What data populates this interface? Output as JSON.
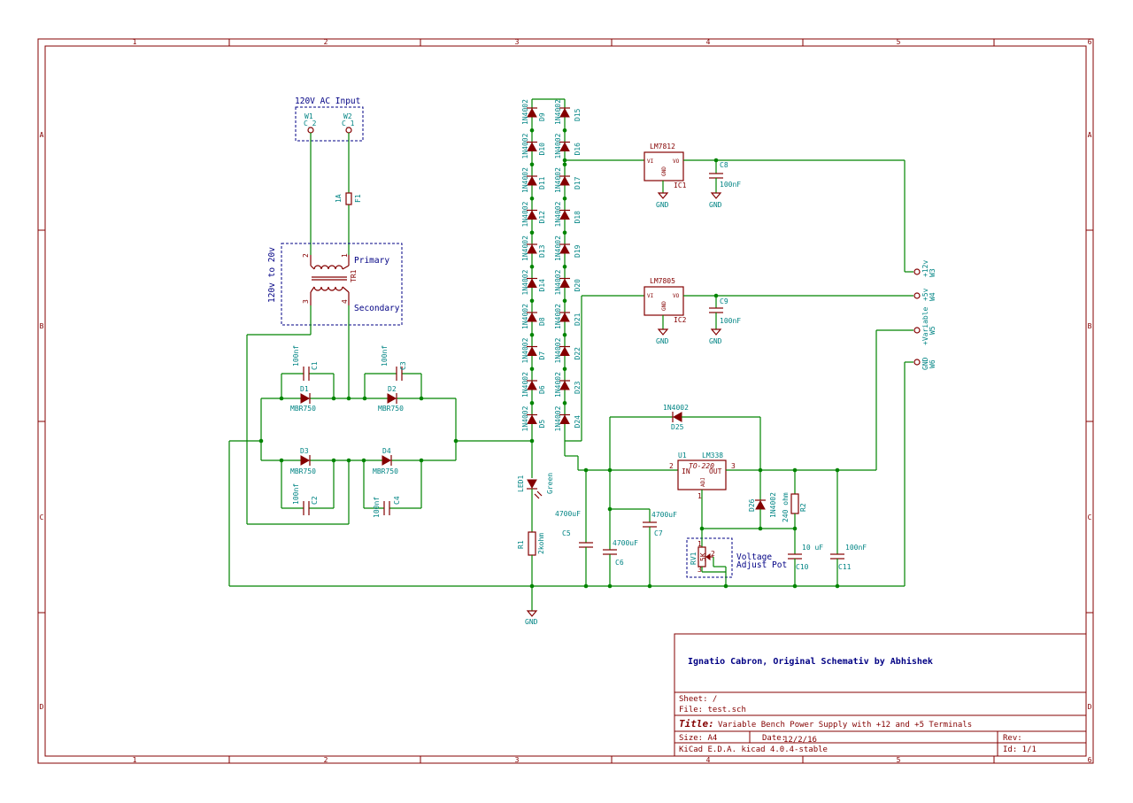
{
  "frame": {
    "columns": [
      "1",
      "2",
      "3",
      "4",
      "5",
      "6"
    ],
    "rows": [
      "A",
      "B",
      "C",
      "D"
    ]
  },
  "title_block": {
    "author": "Ignatio Cabron, Original Schemativ by Abhishek",
    "sheet": "Sheet: /",
    "file": "File: test.sch",
    "title_label": "Title:",
    "title": "Variable Bench Power Supply with +12 and +5 Terminals",
    "size": "Size: A4",
    "date_label": "Date:",
    "date": "12/2/16",
    "rev": "Rev:",
    "tool": "KiCad E.D.A.  kicad 4.0.4-stable",
    "id": "Id: 1/1"
  },
  "notes": {
    "ac_input": "120V AC Input",
    "primary": "Primary",
    "secondary": "Secondary",
    "tr_rating": "120v to 20v",
    "voltage_adjust_1": "Voltage",
    "voltage_adjust_2": "Adjust Pot",
    "to220": "TO-220"
  },
  "colors": {
    "wire": "#008400",
    "component": "#840000",
    "label": "#008484",
    "note": "#000084"
  },
  "terminals": {
    "w1": {
      "ref": "W1",
      "val": "C_2"
    },
    "w2": {
      "ref": "W2",
      "val": "C_1"
    },
    "w3": {
      "ref": "W3",
      "val": "+12v"
    },
    "w4": {
      "ref": "W4",
      "val": "+5v"
    },
    "w5": {
      "ref": "W5",
      "val": "+Variable"
    },
    "w6": {
      "ref": "W6",
      "val": "GND"
    }
  },
  "fuse": {
    "ref": "F1",
    "val": "1A"
  },
  "transformer": {
    "ref": "TR1",
    "pins": [
      "2",
      "1",
      "3",
      "4"
    ]
  },
  "bridge": {
    "diodes": [
      {
        "ref": "D1",
        "val": "MBR750"
      },
      {
        "ref": "D2",
        "val": "MBR750"
      },
      {
        "ref": "D3",
        "val": "MBR750"
      },
      {
        "ref": "D4",
        "val": "MBR750"
      }
    ],
    "caps": [
      {
        "ref": "C1",
        "val": "100nf"
      },
      {
        "ref": "C3",
        "val": "100nf"
      },
      {
        "ref": "C2",
        "val": "100nf"
      },
      {
        "ref": "C4",
        "val": "100nf"
      }
    ]
  },
  "diode_chain_left": [
    {
      "ref": "D9",
      "val": "1N4002"
    },
    {
      "ref": "D10",
      "val": "1N4002"
    },
    {
      "ref": "D11",
      "val": "1N4002"
    },
    {
      "ref": "D12",
      "val": "1N4002"
    },
    {
      "ref": "D13",
      "val": "1N4002"
    },
    {
      "ref": "D14",
      "val": "1N4002"
    },
    {
      "ref": "D8",
      "val": "1N4002"
    },
    {
      "ref": "D7",
      "val": "1N4002"
    },
    {
      "ref": "D6",
      "val": "1N4002"
    },
    {
      "ref": "D5",
      "val": "1N4002"
    }
  ],
  "diode_chain_right": [
    {
      "ref": "D15",
      "val": "1N4002"
    },
    {
      "ref": "D16",
      "val": "1N4002"
    },
    {
      "ref": "D17",
      "val": "1N4002"
    },
    {
      "ref": "D18",
      "val": "1N4002"
    },
    {
      "ref": "D19",
      "val": "1N4002"
    },
    {
      "ref": "D20",
      "val": "1N4002"
    },
    {
      "ref": "D21",
      "val": "1N4002"
    },
    {
      "ref": "D22",
      "val": "1N4002"
    },
    {
      "ref": "D23",
      "val": "1N4002"
    },
    {
      "ref": "D24",
      "val": "1N4002"
    }
  ],
  "regulators": {
    "ic1": {
      "ref": "IC1",
      "val": "LM7812",
      "vi": "VI",
      "vo": "VO",
      "gnd": "GND"
    },
    "ic2": {
      "ref": "IC2",
      "val": "LM7805",
      "vi": "VI",
      "vo": "VO",
      "gnd": "GND"
    },
    "u1": {
      "ref": "U1",
      "val": "LM338",
      "in": "IN",
      "out": "OUT",
      "adj": "ADJ",
      "pin1": "1",
      "pin2": "2",
      "pin3": "3"
    }
  },
  "components": {
    "c8": {
      "ref": "C8",
      "val": "100nF"
    },
    "c9": {
      "ref": "C9",
      "val": "100nF"
    },
    "c5": {
      "ref": "C5",
      "val": "4700uF"
    },
    "c6": {
      "ref": "C6",
      "val": "4700uF"
    },
    "c7": {
      "ref": "C7",
      "val": "4700uF"
    },
    "c10": {
      "ref": "C10",
      "val": "10 uF"
    },
    "c11": {
      "ref": "C11",
      "val": "100nF"
    },
    "r1": {
      "ref": "R1",
      "val": "2kohm"
    },
    "r2": {
      "ref": "R2",
      "val": "240 ohm"
    },
    "rv1": {
      "ref": "RV1",
      "val": "5K",
      "pin1": "1",
      "pin2": "2",
      "pin3": "3"
    },
    "led1": {
      "ref": "LED1",
      "val": "Green"
    },
    "d25": {
      "ref": "D25",
      "val": "1N4002"
    },
    "d26": {
      "ref": "D26",
      "val": "1N4002"
    }
  },
  "gnd_label": "GND"
}
